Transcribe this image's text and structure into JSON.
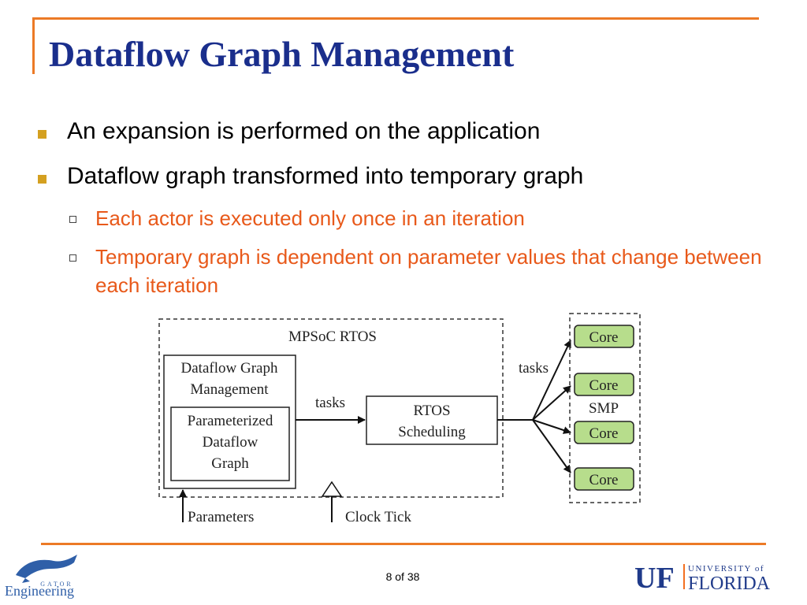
{
  "slide": {
    "title": "Dataflow Graph Management",
    "bullets": [
      "An expansion is performed on the application",
      "Dataflow graph transformed into temporary graph"
    ],
    "sub_bullets": [
      "Each actor is executed only once in an iteration",
      "Temporary graph is dependent on parameter values that change between each iteration"
    ],
    "page_number": "8 of 38"
  },
  "diagram": {
    "rtos_box_label": "MPSoC RTOS",
    "dfg_label_line1": "Dataflow Graph",
    "dfg_label_line2": "Management",
    "pdg_line1": "Parameterized",
    "pdg_line2": "Dataflow",
    "pdg_line3": "Graph",
    "tasks_label_inner": "tasks",
    "tasks_label_outer": "tasks",
    "sched_line1": "RTOS",
    "sched_line2": "Scheduling",
    "smp_label": "SMP",
    "cores": [
      "Core",
      "Core",
      "Core",
      "Core"
    ],
    "parameters_label": "Parameters",
    "clock_label": "Clock Tick"
  },
  "logos": {
    "gator_text": "Engineering",
    "gator_arc_text": "GATOR",
    "uf_mark": "UF",
    "uf_university": "UNIVERSITY of",
    "uf_florida": "FLORIDA"
  },
  "colors": {
    "title_blue": "#1a2e8c",
    "accent_orange": "#ec7a26",
    "sub_bullet_orange": "#e8591a",
    "bullet_gold": "#d4a020",
    "core_fill": "#b7dd8c",
    "uf_blue": "#1f3a8a",
    "uf_orange": "#f37021"
  }
}
